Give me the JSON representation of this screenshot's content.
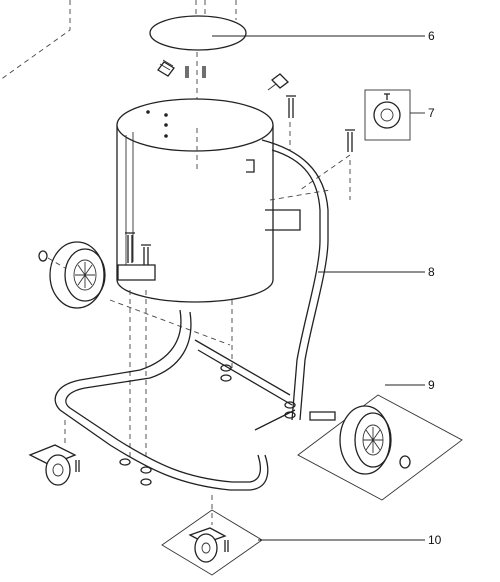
{
  "diagram": {
    "callouts": [
      {
        "id": "6",
        "label": "6"
      },
      {
        "id": "7",
        "label": "7"
      },
      {
        "id": "8",
        "label": "8"
      },
      {
        "id": "9",
        "label": "9"
      },
      {
        "id": "10",
        "label": "10"
      }
    ],
    "parts": [
      {
        "name": "lid",
        "icon": "disc-lid-icon"
      },
      {
        "name": "bracket-fitting",
        "icon": "fitting-icon"
      },
      {
        "name": "handle-frame",
        "icon": "tube-frame-icon"
      },
      {
        "name": "rear-wheel",
        "icon": "wheel-icon"
      },
      {
        "name": "swivel-caster",
        "icon": "caster-icon"
      }
    ]
  }
}
